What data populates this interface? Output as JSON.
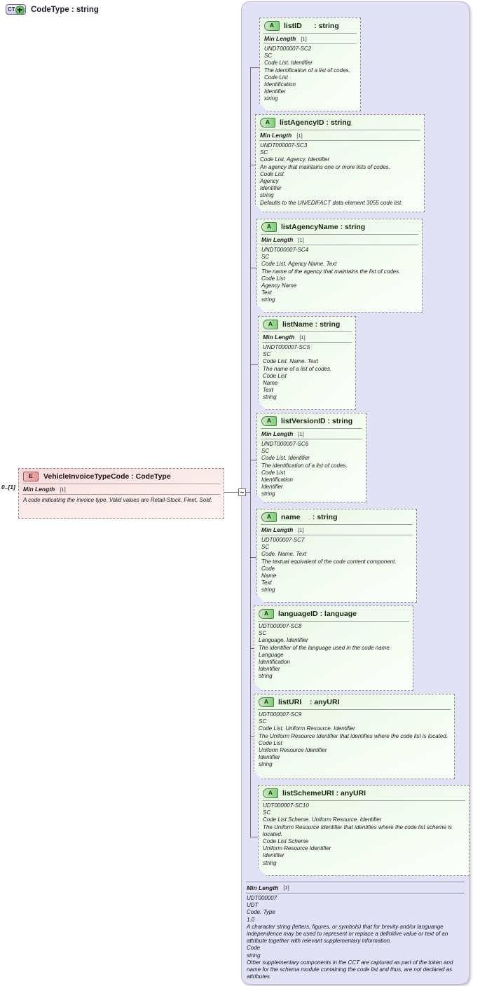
{
  "complex_type": {
    "icon": "complextype-expand-icon",
    "icon_label": "CT",
    "title": "CodeType : string",
    "footer": {
      "facet_label": "Min Length",
      "facet_cardinality": "[1]",
      "doc_lines": [
        "UDT000007",
        "UDT",
        "Code. Type",
        "1.0",
        "A character string (letters, figures, or symbols) that for brevity and/or languange independence may be used to represent or replace a definitive value or text of an attribute together with relevant supplementary information.",
        "Code",
        "string",
        "Other supplementary components in the CCT are captured as part of the token and name for the schema module containing the code list and thus, are not declared as attributes."
      ]
    }
  },
  "element": {
    "icon": "element-icon",
    "icon_label": "E",
    "name": "VehicleInvoiceTypeCode : CodeType",
    "cardinality": "0..[1]",
    "facet_label": "Min Length",
    "facet_cardinality": "[1]",
    "documentation": "A code indicating the invoice type. Valid values are Retail-Stock, Fleet, Sold."
  },
  "attributes": [
    {
      "icon_label": "A",
      "name": "listID      : string",
      "has_facet": true,
      "facet_label": "Min Length",
      "facet_cardinality": "[1]",
      "doc_lines": [
        "UNDT000007-SC2",
        "SC",
        "Code List. Identifier",
        "The identification of a list of codes.",
        "Code List",
        "Identification",
        "Identifier",
        "string"
      ]
    },
    {
      "icon_label": "A",
      "name": "listAgencyID : string",
      "has_facet": true,
      "facet_label": "Min Length",
      "facet_cardinality": "[1]",
      "doc_lines": [
        "UNDT000007-SC3",
        "SC",
        "Code List. Agency. Identifier",
        "An agency that maintains one or more lists of codes.",
        "Code List",
        "Agency",
        "Identifier",
        "string",
        "Defaults to the UN/EDIFACT data element 3055 code list."
      ]
    },
    {
      "icon_label": "A",
      "name": "listAgencyName : string",
      "has_facet": true,
      "facet_label": "Min Length",
      "facet_cardinality": "[1]",
      "doc_lines": [
        "UNDT000007-SC4",
        "SC",
        "Code List. Agency Name. Text",
        "The name of the agency that maintains the list of codes.",
        "Code List",
        "Agency Name",
        "Text",
        "string"
      ]
    },
    {
      "icon_label": "A",
      "name": "listName : string",
      "has_facet": true,
      "facet_label": "Min Length",
      "facet_cardinality": "[1]",
      "doc_lines": [
        "UNDT000007-SC5",
        "SC",
        "Code List. Name. Text",
        "The name of a list of codes.",
        "Code List",
        "Name",
        "Text",
        "string"
      ]
    },
    {
      "icon_label": "A",
      "name": "listVersionID : string",
      "has_facet": true,
      "facet_label": "Min Length",
      "facet_cardinality": "[1]",
      "doc_lines": [
        "UNDT000007-SC6",
        "SC",
        "Code List. Identifier",
        "The identification of a list of codes.",
        "Code List",
        "Identification",
        "Identifier",
        "string"
      ]
    },
    {
      "icon_label": "A",
      "name": "name      : string",
      "has_facet": true,
      "facet_label": "Min Length",
      "facet_cardinality": "[1]",
      "doc_lines": [
        "UDT000007-SC7",
        "SC",
        "Code. Name. Text",
        "The textual equivalent of the code content component.",
        "Code",
        "Name",
        "Text",
        "string"
      ]
    },
    {
      "icon_label": "A",
      "name": "languageID : language",
      "has_facet": false,
      "facet_label": "",
      "facet_cardinality": "",
      "doc_lines": [
        "UDT000007-SC8",
        "SC",
        "Language. Identifier",
        "The identifier of the language used in the code name.",
        "Language",
        "Identification",
        "Identifier",
        "string"
      ]
    },
    {
      "icon_label": "A",
      "name": "listURI    : anyURI",
      "has_facet": false,
      "facet_label": "",
      "facet_cardinality": "",
      "doc_lines": [
        "UDT000007-SC9",
        "SC",
        "Code List. Uniform Resource. Identifier",
        "The Uniform Resource Identifier that identifies where the code list is located.",
        "Code List",
        "Uniform Resource Identifier",
        "Identifier",
        "string"
      ]
    },
    {
      "icon_label": "A",
      "name": "listSchemeURI : anyURI",
      "has_facet": false,
      "facet_label": "",
      "facet_cardinality": "",
      "doc_lines": [
        "UDT000007-SC10",
        "SC",
        "Code List Scheme. Uniform Resource. Identifier",
        "The Uniform Resource Identifier that identifies where the code list scheme is located.",
        "Code List Scheme",
        "Uniform Resource Identifier",
        "Identifier",
        "string"
      ]
    }
  ],
  "colors": {
    "container_bg": "#e3e1f5",
    "attribute_bg": "#eef9ea",
    "element_bg": "#fbe8e8",
    "accent_green": "#7fd07a",
    "accent_red": "#e79393"
  }
}
